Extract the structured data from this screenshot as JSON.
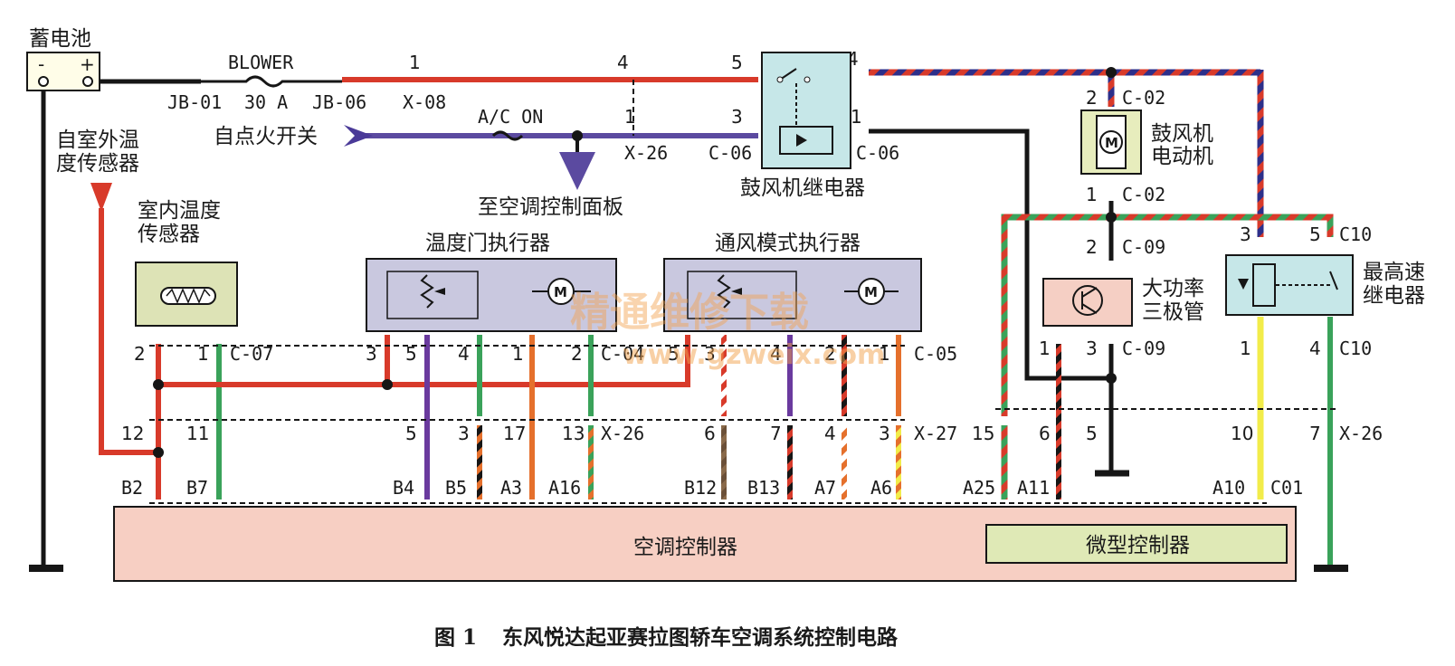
{
  "battery": {
    "label": "蓄电池",
    "minus": "-",
    "plus": "+"
  },
  "fuse": {
    "name": "BLOWER",
    "rating": "30 A",
    "left_conn": "JB-01",
    "right_conn": "JB-06"
  },
  "ac_fuse": {
    "label": "A/C ON"
  },
  "ignition": {
    "label": "自点火开关"
  },
  "outdoor_sensor": {
    "label_line1": "自室外温",
    "label_line2": "度传感器"
  },
  "indoor_sensor": {
    "label_line1": "室内温度",
    "label_line2": "传感器"
  },
  "to_panel": {
    "label": "至空调控制面板"
  },
  "temp_actuator": {
    "label": "温度门执行器"
  },
  "mode_actuator": {
    "label": "通风模式执行器"
  },
  "blower_relay": {
    "label": "鼓风机继电器",
    "left_conn": "C-06",
    "right_conn": "C-06"
  },
  "blower_motor": {
    "label_line1": "鼓风机",
    "label_line2": "电动机"
  },
  "power_transistor": {
    "label_line1": "大功率",
    "label_line2": "三极管"
  },
  "hs_relay": {
    "label_line1": "最高速",
    "label_line2": "继电器"
  },
  "ac_controller": {
    "label": "空调控制器"
  },
  "micro_controller": {
    "label": "微型控制器"
  },
  "connectors": {
    "x08": "X-08",
    "x26_top": "X-26",
    "c02_top": "C-02",
    "c02_bottom": "C-02",
    "c09_top": "C-09",
    "c09_bottom": "C-09",
    "c10_top": "C10",
    "c10_bottom": "C10",
    "c07": "C-07",
    "c04": "C-04",
    "c05": "C-05",
    "x26_mid": "X-26",
    "x27": "X-27",
    "x26_right": "X-26"
  },
  "pins": {
    "x08_1": "1",
    "relay_in_4": "4",
    "relay_5": "5",
    "relay_4": "4",
    "relay_3": "3",
    "x26_1": "1",
    "relay_1": "1",
    "motor_2": "2",
    "motor_1": "1",
    "tr_2": "2",
    "tr_1": "1",
    "tr_3": "3",
    "hs_3": "3",
    "hs_5": "5",
    "hs_1": "1",
    "hs_4": "4",
    "is_2": "2",
    "is_1": "1",
    "ta_3": "3",
    "ta_5": "5",
    "ta_4": "4",
    "ta_1": "1",
    "ta_2": "2",
    "ma_5": "5",
    "ma_3": "3",
    "ma_4": "4",
    "ma_2": "2",
    "ma_1": "1",
    "x_12": "12",
    "x_11": "11",
    "x_5": "5",
    "x_3": "3",
    "x_17": "17",
    "x_13": "13",
    "x_6a": "6",
    "x_7a": "7",
    "x_4": "4",
    "x_3b": "3",
    "x_15": "15",
    "x_6b": "6",
    "x_5b": "5",
    "x_10": "10",
    "x_7b": "7",
    "b2": "B2",
    "b7": "B7",
    "b4": "B4",
    "b5": "B5",
    "a3": "A3",
    "a16": "A16",
    "b12": "B12",
    "b13": "B13",
    "a7": "A7",
    "a6": "A6",
    "a25": "A25",
    "a11": "A11",
    "a10": "A10",
    "c01": "C01"
  },
  "watermark": {
    "cn": "精通维修下载",
    "url": "www.gzweix.com"
  },
  "caption": {
    "num": "图 1",
    "text": "东风悦达起亚赛拉图轿车空调系统控制电路"
  },
  "colors": {
    "red": "#d83a2a",
    "navy": "#2d2f8a",
    "purple": "#6a3a9e",
    "green": "#3aa25a",
    "orange": "#e5702c",
    "yellow": "#f2ec4a",
    "black": "#161616",
    "controller_fill": "#f7cfc3",
    "actuator_fill": "#c9c8df",
    "relay_fill": "#c6e7e8",
    "sensor_fill": "#dde3b6",
    "micro_fill": "#dfe9b6"
  }
}
